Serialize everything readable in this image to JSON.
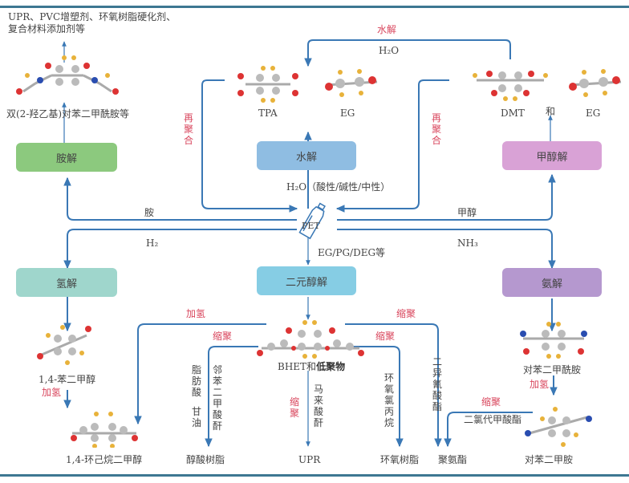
{
  "center": {
    "label": "PET"
  },
  "processes": {
    "aminolysis": {
      "label": "胺解",
      "color": "#8cc97e"
    },
    "hydrolysis": {
      "label": "水解",
      "color": "#8fbde2"
    },
    "methanolysis": {
      "label": "甲醇解",
      "color": "#d9a2d6"
    },
    "hydrogenolysis": {
      "label": "氢解",
      "color": "#9fd6cc"
    },
    "glycolysis": {
      "label": "二元醇解",
      "color": "#86cde4"
    },
    "ammonolysis": {
      "label": "氨解",
      "color": "#b598cf"
    }
  },
  "reagents": {
    "amine": "胺",
    "water_condition": "H₂O（酸性/碱性/中性）",
    "methanol": "甲醇",
    "hydrogen": "H₂",
    "ammonia": "NH₃",
    "glycols": "EG/PG/DEG等",
    "top_water": "H₂O"
  },
  "products": {
    "amide_product": "双(2-羟乙基)对苯二甲酰胺等",
    "amide_uses_line1": "UPR、PVC增塑剂、环氧树脂硬化剂、",
    "amide_uses_line2": "复合材料添加剂等",
    "tpa": "TPA",
    "eg1": "EG",
    "dmt": "DMT",
    "and": "和",
    "eg2": "EG",
    "bdm": "1,4-苯二甲醇",
    "chdm": "1,4-环己烷二甲醇",
    "bhet_a": "BHET和",
    "bhet_b": "低聚物",
    "alkyd": "醇酸树脂",
    "upr": "UPR",
    "epoxy": "环氧树脂",
    "pu": "聚氨酯",
    "terephthalamide": "对苯二甲酰胺",
    "xylylenediamine": "对苯二甲胺"
  },
  "reactions": {
    "top_hydrolysis": "水解",
    "repoly_left": "再聚合",
    "repoly_right": "再聚合",
    "hydrogenation_left": "加氢",
    "hydrogenation_main": "加氢",
    "polycond_left": "缩聚",
    "polycond_right": "缩聚",
    "polycond_center": "缩聚",
    "polycond_far_right": "缩聚",
    "hydrogenation_right": "加氢",
    "polycond_bottom_right": "缩聚"
  },
  "vertical_reagents": {
    "fatty_acid": "脂肪酸",
    "glycerol": "甘油",
    "phthalic_anhydride": "邻苯二甲酸酐",
    "maleic_anhydride": "马来酸酐",
    "epichlorohydrin": "环氧氯丙烷",
    "diisocyanate": "二异氰酸酯",
    "dichloroformate": "二氯代甲酸酯"
  },
  "colors": {
    "arrow": "#3a78b5",
    "accent_red": "#d9475e",
    "rule": "#3d7792"
  }
}
